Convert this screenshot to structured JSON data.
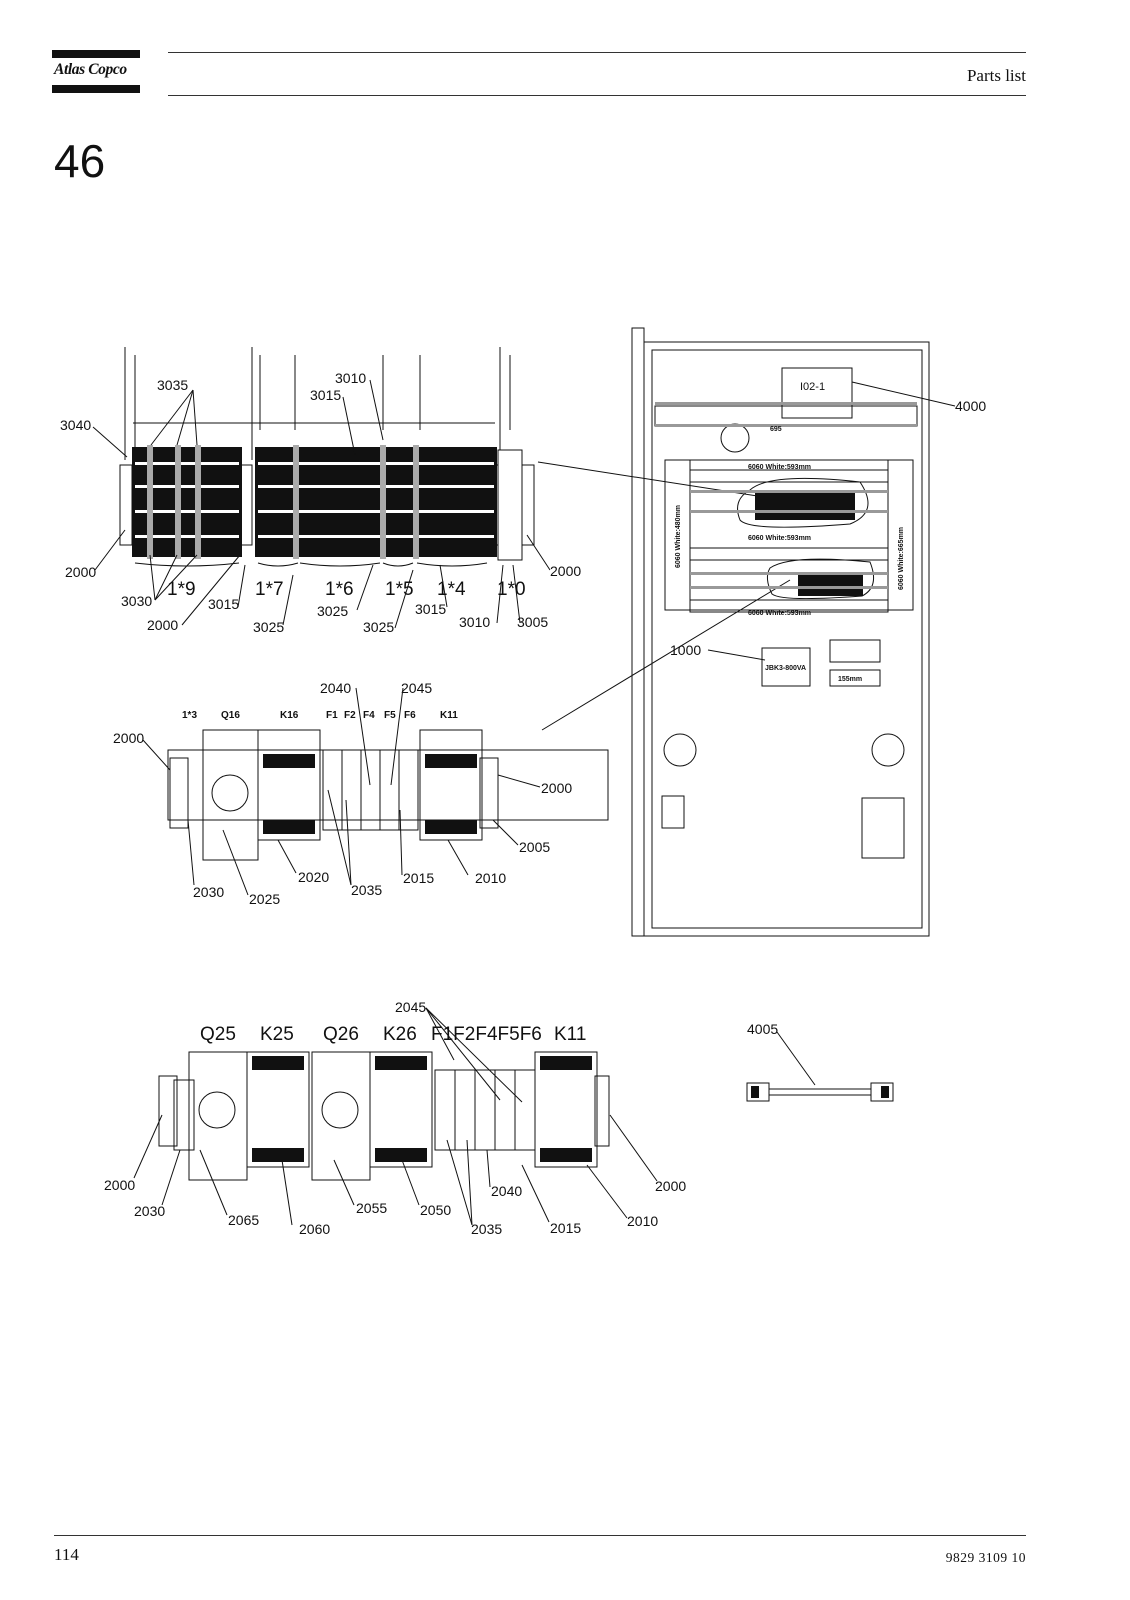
{
  "header": {
    "brand": "Atlas Copco",
    "title": "Parts list"
  },
  "section": {
    "number": "46"
  },
  "footer": {
    "page_number": "114",
    "document_number": "9829 3109 10"
  },
  "diagrams": {
    "terminal_strip": {
      "labels": {
        "c3040": "3040",
        "c3035": "3035",
        "c3010": "3010",
        "c3015": "3015",
        "c2000_left": "2000",
        "c2000_right": "2000",
        "c3030": "3030",
        "c2000_bottom": "2000",
        "c3015_a": "3015",
        "c3025_a": "3025",
        "c3025_b": "3025",
        "c3025_c": "3025",
        "c3015_b": "3015",
        "c3010_b": "3010",
        "c3005": "3005"
      },
      "groups": [
        "1*9",
        "1*7",
        "1*6",
        "1*5",
        "1*4",
        "1*0"
      ]
    },
    "panel_a": {
      "tags": [
        "1*3",
        "Q16",
        "K16",
        "F1",
        "F2",
        "F4",
        "F5",
        "F6",
        "K11"
      ],
      "labels": {
        "c2040": "2040",
        "c2045": "2045",
        "c2000_left": "2000",
        "c2000_right": "2000",
        "c2005": "2005",
        "c2030": "2030",
        "c2025": "2025",
        "c2020": "2020",
        "c2035": "2035",
        "c2015": "2015",
        "c2010": "2010"
      }
    },
    "cabinet": {
      "labels": {
        "c4000": "4000",
        "c1000": "1000",
        "io_module": "I02-1"
      },
      "texts": {
        "rail_top": "6060 White:593mm",
        "rail_mid": "6060 White:593mm",
        "rail_bot": "6060 White:593mm",
        "rail_left": "6060 White:480mm",
        "rail_right": "6060 White:665mm",
        "transformer": "JBK3-800VA",
        "dim": "155mm",
        "misc": "695"
      }
    },
    "panel_b": {
      "tags": [
        "Q25",
        "K25",
        "Q26",
        "K26",
        "F1F2F4F5F6",
        "K11"
      ],
      "labels": {
        "c2045": "2045",
        "c2000_left": "2000",
        "c2030": "2030",
        "c2065": "2065",
        "c2060": "2060",
        "c2055": "2055",
        "c2050": "2050",
        "c2035": "2035",
        "c2040": "2040",
        "c2015": "2015",
        "c2010": "2010",
        "c2000_right": "2000"
      }
    },
    "cable": {
      "label": "4005"
    }
  }
}
